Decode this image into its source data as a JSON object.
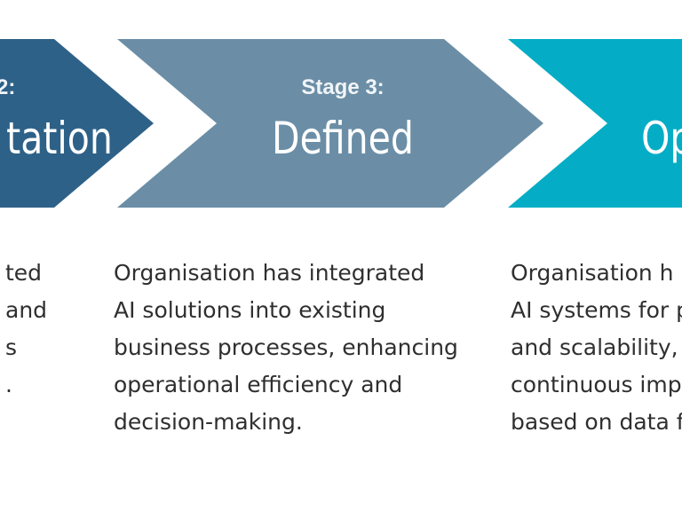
{
  "stages": [
    {
      "number": "2:",
      "name": "tation",
      "color": "#2e6188",
      "description": [
        "ted",
        "and",
        "s",
        "."
      ]
    },
    {
      "number": "Stage 3:",
      "name": "Defined",
      "color": "#6b8ea6",
      "description": [
        "Organisation has integrated",
        "AI solutions into existing",
        "business processes, enhancing",
        "operational efficiency and",
        "decision-making."
      ]
    },
    {
      "number": "",
      "name": "Opt",
      "color": "#04adc5",
      "description": [
        "Organisation h",
        "AI systems for p",
        "and scalability,",
        "continuous imp",
        "based on data f"
      ]
    }
  ]
}
